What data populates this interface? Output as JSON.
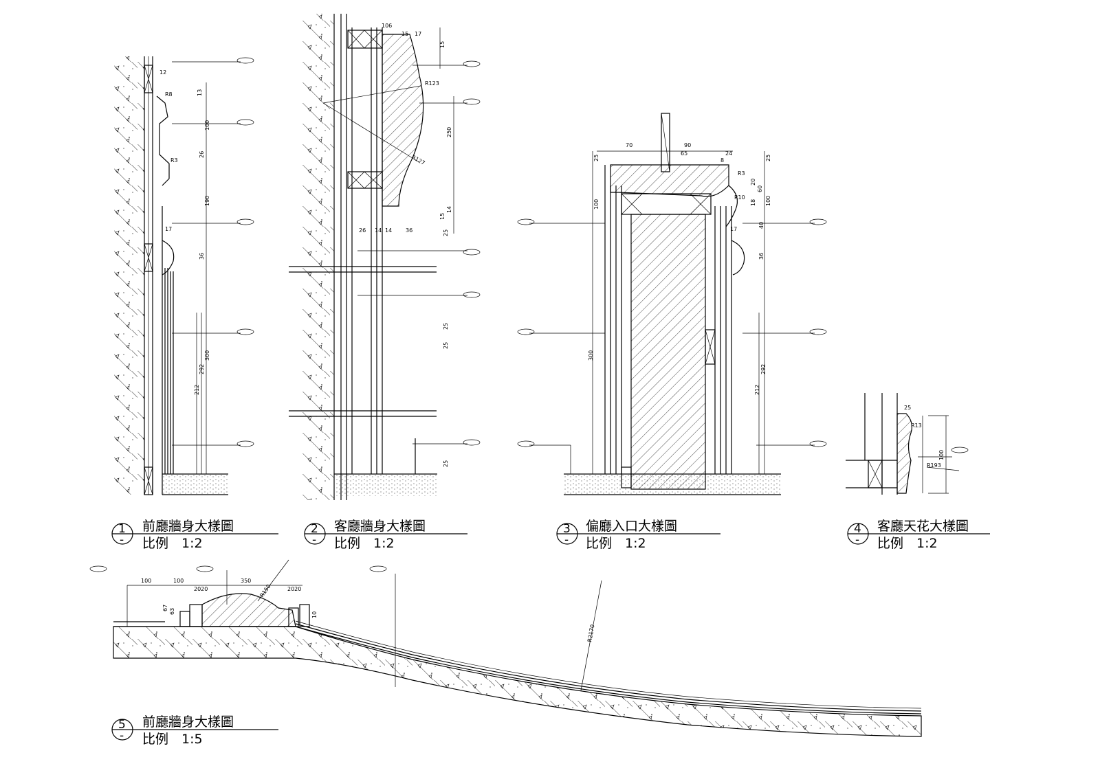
{
  "details": [
    {
      "number": "1",
      "title": "前廳牆身大樣圖",
      "scale": "比例　1:2",
      "dims": [
        "12",
        "13",
        "100",
        "26",
        "190",
        "17",
        "36",
        "300",
        "292",
        "212",
        "R8",
        "R3"
      ]
    },
    {
      "number": "2",
      "title": "客廳牆身大樣圖",
      "scale": "比例　1:2",
      "dims": [
        "106",
        "15",
        "17",
        "15",
        "R123",
        "250",
        "R127",
        "15",
        "14",
        "25",
        "26",
        "14",
        "14",
        "36",
        "25",
        "25",
        "25"
      ]
    },
    {
      "number": "3",
      "title": "偏廳入口大樣圖",
      "scale": "比例　1:2",
      "dims": [
        "70",
        "90",
        "65",
        "24",
        "25",
        "8",
        "R3",
        "25",
        "100",
        "20",
        "60",
        "18",
        "100",
        "R10",
        "40",
        "17",
        "36",
        "300",
        "292",
        "212"
      ]
    },
    {
      "number": "4",
      "title": "客廳天花大樣圖",
      "scale": "比例　1:2",
      "dims": [
        "25",
        "R13",
        "100",
        "R193"
      ]
    },
    {
      "number": "5",
      "title": "前廳牆身大樣圖",
      "scale": "比例　1:5",
      "dims": [
        "100",
        "100",
        "350",
        "2020",
        "2020",
        "R150",
        "67",
        "63",
        "10",
        "R2170"
      ]
    }
  ],
  "drawing": {
    "line_color": "#000000",
    "background": "#ffffff",
    "hatch": "diagonal"
  }
}
